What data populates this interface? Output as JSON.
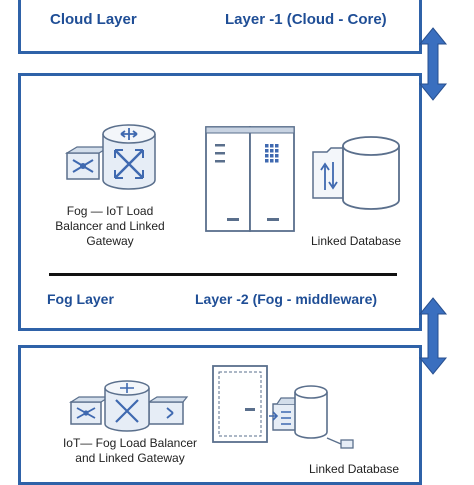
{
  "colors": {
    "border": "#2f62a8",
    "heading": "#1f4e96",
    "arrow": "#3a6fbf",
    "icon_stroke": "#5a6f8c",
    "icon_fill": "#e6edf6",
    "icon_accent": "#3f69b0"
  },
  "cloud_layer": {
    "name": "Cloud Layer",
    "layer": "Layer -1 (Cloud - Core)"
  },
  "fog_layer": {
    "name": "Fog Layer",
    "layer": "Layer -2 (Fog - middleware)",
    "gateway_caption": [
      "Fog — IoT Load",
      "Balancer and Linked",
      "Gateway"
    ],
    "database_caption": "Linked Database"
  },
  "iot_layer": {
    "gateway_caption": [
      "IoT— Fog Load Balancer",
      "and Linked Gateway"
    ],
    "database_caption": "Linked Database"
  },
  "icons": {
    "fog_gateway": "load-balancer-router-icon",
    "fog_server": "server-rack-icon",
    "fog_database": "database-icon",
    "iot_gateway": "load-balancer-router-icon",
    "iot_server": "server-cabinet-icon",
    "iot_database": "database-icon",
    "connector": "bidirectional-arrow-icon"
  }
}
